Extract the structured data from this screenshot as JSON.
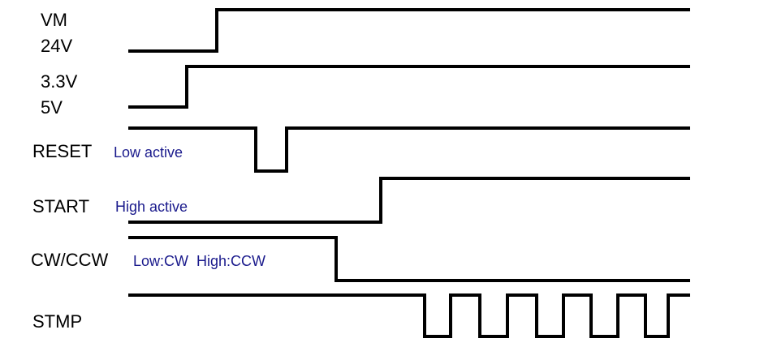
{
  "colors": {
    "line": "#000000",
    "text": "#000000",
    "annotation": "#1a1a8c",
    "background": "#ffffff"
  },
  "signals": [
    {
      "id": "vm",
      "label_lines": [
        "VM",
        "24V"
      ],
      "note": ""
    },
    {
      "id": "logic",
      "label_lines": [
        "3.3V",
        "5V"
      ],
      "note": ""
    },
    {
      "id": "reset",
      "label_lines": [
        "RESET"
      ],
      "note": "Low active"
    },
    {
      "id": "start",
      "label_lines": [
        "START"
      ],
      "note": "High active"
    },
    {
      "id": "cwccw",
      "label_lines": [
        "CW/CCW"
      ],
      "note": "Low:CW  High:CCW"
    },
    {
      "id": "stmp",
      "label_lines": [
        "STMP"
      ],
      "note": ""
    }
  ]
}
